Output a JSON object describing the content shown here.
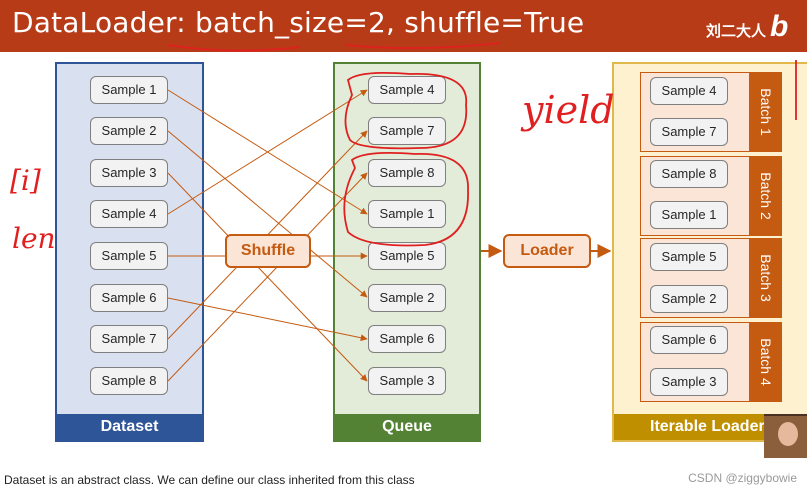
{
  "title": "DataLoader: batch_size=2, shuffle=True",
  "brand": {
    "text": "刘二大人",
    "logo": "b"
  },
  "dataset": {
    "label": "Dataset",
    "samples": [
      "Sample 1",
      "Sample 2",
      "Sample 3",
      "Sample 4",
      "Sample 5",
      "Sample 6",
      "Sample 7",
      "Sample 8"
    ]
  },
  "shuffle_label": "Shuffle",
  "queue": {
    "label": "Queue",
    "samples": [
      "Sample 4",
      "Sample 7",
      "Sample 8",
      "Sample 1",
      "Sample 5",
      "Sample 2",
      "Sample 6",
      "Sample 3"
    ]
  },
  "loader_label": "Loader",
  "iterable": {
    "label": "Iterable Loader",
    "batches": [
      {
        "label": "Batch 1",
        "samples": [
          "Sample 4",
          "Sample 7"
        ]
      },
      {
        "label": "Batch 2",
        "samples": [
          "Sample 8",
          "Sample 1"
        ]
      },
      {
        "label": "Batch 3",
        "samples": [
          "Sample 5",
          "Sample 2"
        ]
      },
      {
        "label": "Batch 4",
        "samples": [
          "Sample 6",
          "Sample 3"
        ]
      }
    ]
  },
  "annotations": {
    "yield": "yield",
    "index": "[i]",
    "len": "len"
  },
  "caption": "Dataset is an abstract class. We can define our class inherited from this class",
  "watermark": "CSDN @ziggybowie",
  "colors": {
    "title_bar": "#b73b17",
    "dataset": "#2e5597",
    "queue": "#548235",
    "iterable": "#bf8f00",
    "accent": "#c55a11",
    "handwriting": "#e02020"
  }
}
